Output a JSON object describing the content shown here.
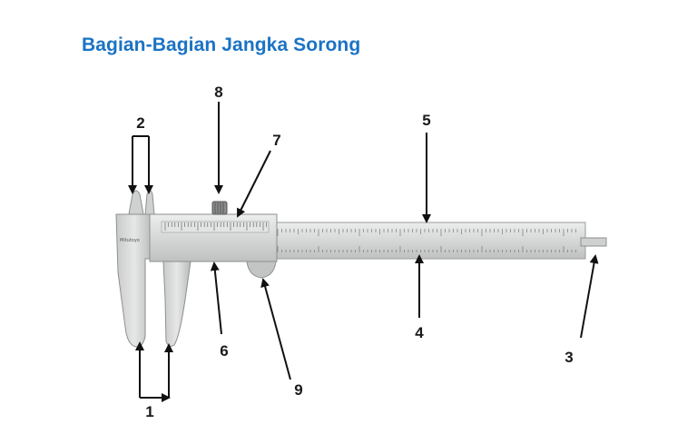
{
  "title": "Bagian-Bagian Jangka Sorong",
  "brand": "Mitutoyo",
  "labels": {
    "l1": "1",
    "l2": "2",
    "l3": "3",
    "l4": "4",
    "l5": "5",
    "l6": "6",
    "l7": "7",
    "l8": "8",
    "l9": "9"
  },
  "colors": {
    "title": "#1a73c5",
    "body": "#d8d9d9",
    "arrow": "#111111"
  }
}
